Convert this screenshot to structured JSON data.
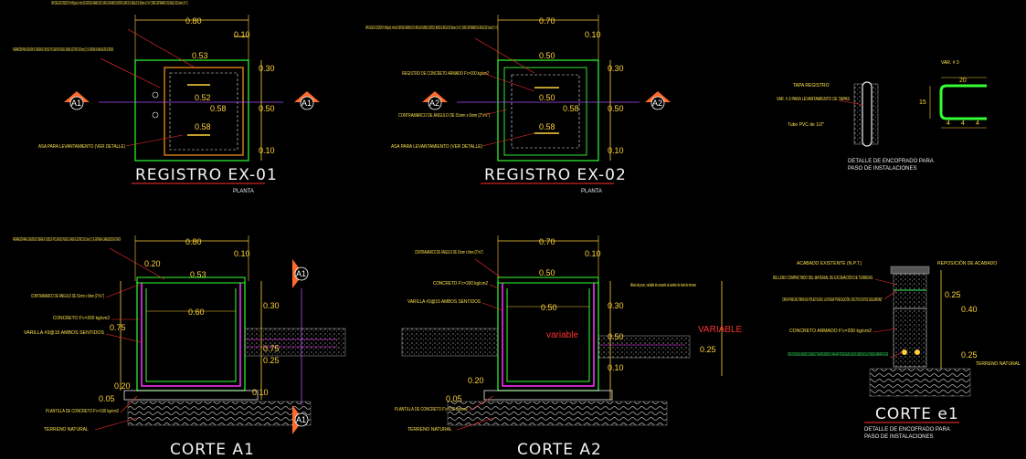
{
  "colors": {
    "background": "#000000",
    "dimension": "#ffd23a",
    "wall": "#33ff33",
    "rebar": "#ff33ff",
    "leader": "#ff3030",
    "text": "#e8e8e8",
    "section_marker": "#ff6a2a"
  },
  "views": {
    "registro_ex01": {
      "title": "REGISTRO  EX-01",
      "subtitle": "PLANTA",
      "dims": {
        "top": "0.80",
        "top_right": "0.10",
        "inner_top": "0.53",
        "inner_mid": "0.52",
        "inner_right": "0.58",
        "inner_bottom": "0.58",
        "right_top": "0.30",
        "right_mid": "0.50",
        "right_bottom": "0.10"
      },
      "marker_left": "A1",
      "marker_right": "A1",
      "notes": {
        "tapa": "TAPA CIEGA DE CONCRETO f'c=200kg/cm2, h=8cm DE ESPESOR, ARMADA CON 3 VARS.#3 EN AMBOS SENTIDOS, MARCO DE ÁNGULO DE 38x6mm (1½\"x¼\") SOBRE CONTRAMARCO DE ÁNGULO DE 51x6mm (2\"x ¼\").",
        "preparacion": "PREPARACIÓN PARA CONEXIÓN DE TUBERÍA DE TUBOS DE PVC SERVICIO PESADO, GRADO ELÉCTRICO DE 53mm (2\"), DE ENTRADA A CANALIZACIÓN EXTERIOR",
        "asa": "ASA PARA LEVANTAMIENTO (VER DETALLE)"
      }
    },
    "registro_ex02": {
      "title": "REGISTRO  EX-02",
      "subtitle": "PLANTA",
      "dims": {
        "top": "0.70",
        "top_right": "0.10",
        "inner_top": "0.50",
        "inner_mid": "0.50",
        "inner_right": "0.58",
        "inner_bottom": "0.58",
        "right_top": "0.30",
        "right_mid": "0.50",
        "right_bottom": "0.10"
      },
      "marker_left": "A2",
      "marker_right": "A2",
      "notes": {
        "tapa": "TAPA CIEGA DE CONCRETO f'c=200kg/cm2, h=8cm DE ESPESOR, ARMADA CON 3 VARILLAS EN AMBOS SENTIDOS, MARCO DE ÁNGULO DE 38x6mm (1½\"x¼\"), SOBRE CONTRAMARCO DE ÁNGULO DE 51x6mm (2\" x ¼\").",
        "registro": "REGISTRO DE CONCRETO ARMADO F'c=200 kg/cm2",
        "contramarco": "CONTRAMARCO DE ÁNGULO DE 51mm x 6mm (2\"x¼\")",
        "asa": "ASA PARA LEVANTAMIENTO (VER DETALLE)"
      }
    },
    "detalle_encofrado": {
      "title": "DETALLE DE ENCOFRADO PARA",
      "title2": "PASO DE INSTALACIONES",
      "tapa_label": "TAPA REGISTRO",
      "var_label": "VAR. # 3 PARA LEVANTAMIENTO DE TAPAS",
      "tubo_label": "Tubo PVC de 1/2\"",
      "var_tag": "VAR. # 3",
      "dims": {
        "top": "20",
        "left": "15",
        "b1": "4",
        "b2": "4",
        "b3": "4"
      }
    },
    "corte_a1": {
      "title": "CORTE  A1",
      "dims": {
        "top": "0.80",
        "top_right": "0.10",
        "left_top": "0.20",
        "inner_top": "0.53",
        "inner_mid": "0.60",
        "right_top": "0.30",
        "right_mid": "0.75",
        "left_mid": "0.75",
        "mid_right": "0.25",
        "right_bottom": "0.10",
        "bottom": "0.20",
        "base": "0.05"
      },
      "marker": "A1",
      "notes": {
        "preparacion": "PREPARACIÓN PARA CONEXIÓN DE TUBERÍA DE TUBOS DE PVC SERVICIO PESADO, GRADO ELÉCTRICO DE 53mm (2\"), DE ENTRADA A CANALIZACIÓN EXTERIOR",
        "contramarco": "CONTRAMARCO DE ÁNGULO DE 51mm x 6mm (2\"x¼\")",
        "concreto": "CONCRETO F'c=200 kg/cm2",
        "varilla": "VARILLA #3@15 AMBOS SENTIDOS",
        "plantilla": "PLANTILLA DE CONCRETO F'c=100 kg/cm2",
        "terreno": "TERRENO NATURAL"
      }
    },
    "corte_a2": {
      "title": "CORTE  A2",
      "dims": {
        "top": "0.70",
        "top_right": "0.10",
        "inner_top": "0.50",
        "inner_mid": "0.50",
        "right_top": "0.30",
        "right_mid": "0.50",
        "right_low": "0.25",
        "bottom": "0.20",
        "right_bottom": "0.10",
        "base": "0.05"
      },
      "variable_red": "variable",
      "variable_label": "VARIABLE",
      "notes": {
        "contramarco": "CONTRAMARCO DE ÁNGULO DE 51mm x 6mm (2\"x¼\")",
        "concreto": "CONCRETO F'c=200 kg/cm2",
        "varilla": "VARILLA #3@15 AMBOS SENTIDOS",
        "altura": "Altura de pozo, variable de acuerdo al cambio de nivel de terreno",
        "plantilla": "PLANTILLA DE CONCRETO F'c=100 kg/cm2",
        "terreno": "TERRENO NATURAL"
      }
    },
    "corte_e1": {
      "title": "CORTE  e1",
      "title2": "DETALLE DE ENCOFRADO PARA",
      "title3": "PASO DE INSTALACIONES",
      "dims": {
        "top": "0.25",
        "mid": "0.40",
        "low": "0.25"
      },
      "notes": {
        "acabado_existente": "ACABADO EXISTENTE (N.P.T.)",
        "reposicion": "REPOSICIÓN DE ACABADO",
        "relleno": "RELLENO COMPACTADO DEL MATERIAL DE EXCAVACIÓN DE TERRENO.",
        "cinta": "CINTA PRECAUTORIA DE POLIETILENO, LEYENDA \"PRECAUCIÓN, DUCTOS DATOS SEGURIDAD\"",
        "concreto": "CONCRETO ARMADO F'c=200 kg/cm2",
        "tubo": "TUBO DE POLIETILENO DE ALTA DENSIDAD COLOR NEGRO DE 2\" DE DIÁMETRO ESPESOR RD-13.5, PARA ALOJAR Y PROTEGER CABLEADO DE LA RED DE SEGURIDAD, BAJO CALLE Y/O BANQUETAS, NORMA NRF-057-CFE-2009",
        "terreno": "TERRENO NATURAL"
      }
    }
  }
}
